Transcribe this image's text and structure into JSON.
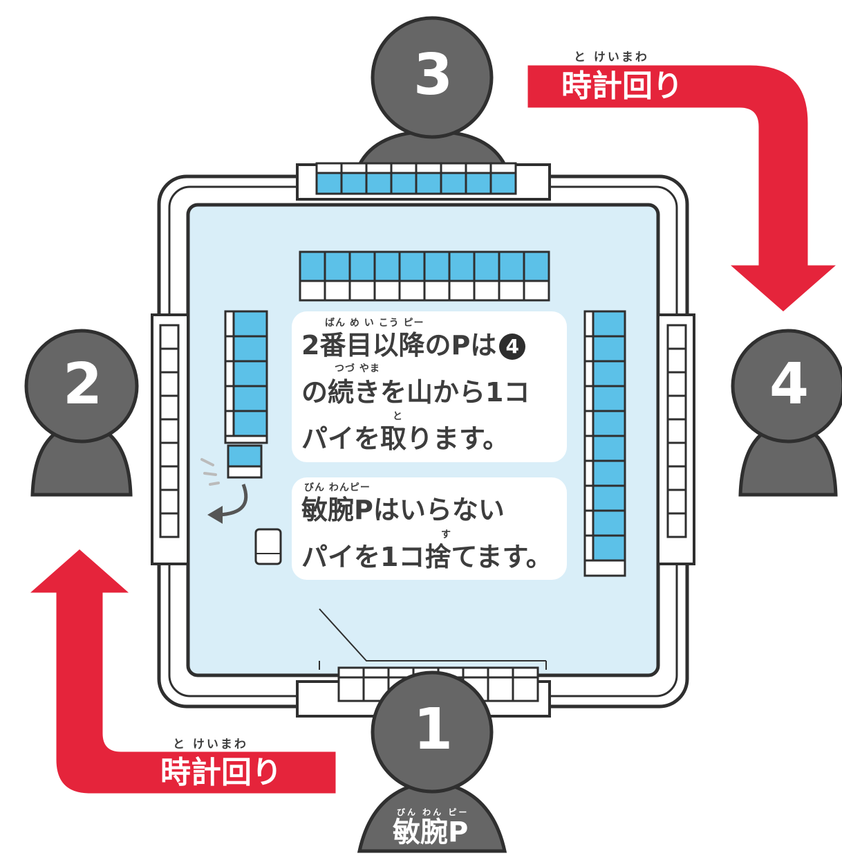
{
  "arrows": {
    "top_right": {
      "ruby": "と けいまわ",
      "label": "時計回り"
    },
    "bottom_left": {
      "ruby": "と けいまわ",
      "label": "時計回り"
    }
  },
  "players": {
    "p1": {
      "number": "1"
    },
    "p2": {
      "number": "2"
    },
    "p3": {
      "number": "3"
    },
    "p4": {
      "number": "4"
    },
    "main": {
      "ruby": "びん わん ピー",
      "name": "敏腕P"
    }
  },
  "bubble_upper": {
    "line1": "2番目以降のPは",
    "badge": "4",
    "line2": "の続きを山から1コ",
    "line3": "パイを取ります。",
    "ruby1": "ばん め  い こう    ピー",
    "ruby2": "つづ        やま",
    "ruby3": "と"
  },
  "bubble_lower": {
    "line1": "敏腕Pはいらない",
    "line2": "パイを1コ捨てます。",
    "ruby1": "びん わんピー",
    "ruby2": "す"
  },
  "colors": {
    "arrow_red": "#e5243b",
    "tile_blue": "#5cc1e8",
    "person_gray": "#666666",
    "table_blue": "#d9eef8"
  }
}
